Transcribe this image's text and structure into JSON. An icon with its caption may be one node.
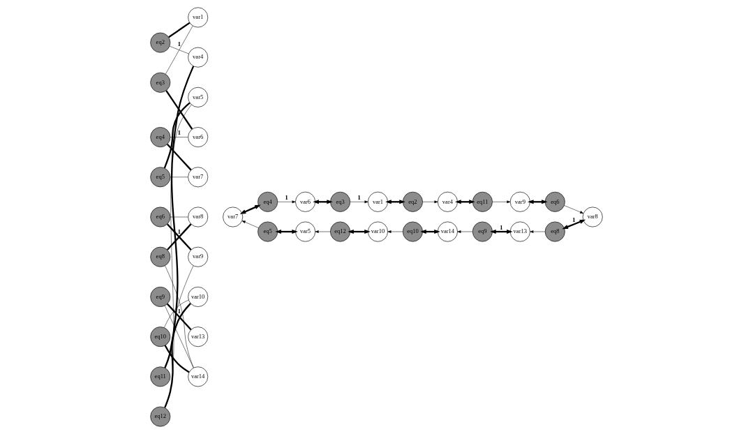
{
  "diagram": {
    "nodes": [
      {
        "text": [
          "eq2"
        ]
      },
      {
        "text": [
          "eq3"
        ]
      },
      {
        "text": [
          "eq4"
        ]
      },
      {
        "text": [
          "eq5"
        ]
      },
      {
        "text": [
          "eq6"
        ]
      },
      {
        "text": [
          "eq8"
        ]
      },
      {
        "text": [
          "eq9"
        ]
      },
      {
        "text": [
          "eq10"
        ]
      },
      {
        "text": [
          "eq11"
        ]
      },
      {
        "text": [
          "eq12"
        ]
      },
      {
        "text": [
          "var1"
        ]
      },
      {
        "text": [
          "var4"
        ]
      },
      {
        "text": [
          "var5"
        ]
      },
      {
        "text": [
          "var6"
        ]
      },
      {
        "text": [
          "var7"
        ]
      },
      {
        "text": [
          "var8"
        ]
      },
      {
        "text": [
          "var9"
        ]
      },
      {
        "text": [
          "var10"
        ]
      },
      {
        "text": [
          "var13"
        ]
      },
      {
        "text": [
          "var14"
        ]
      },
      {
        "text": [
          "var1"
        ]
      },
      {
        "text": [
          "eq2"
        ]
      },
      {
        "text": [
          "var4"
        ]
      },
      {
        "text": [
          "eq11"
        ]
      },
      {
        "text": [
          "var9"
        ]
      },
      {
        "text": [
          "eq6"
        ]
      },
      {
        "text": [
          "var8"
        ]
      },
      {
        "text": [
          "eq8"
        ]
      },
      {
        "text": [
          "var13"
        ]
      },
      {
        "text": [
          "eq9"
        ]
      },
      {
        "text": [
          "var14"
        ]
      },
      {
        "text": [
          "eq10"
        ]
      },
      {
        "text": [
          "var10"
        ]
      },
      {
        "text": [
          "eq12"
        ]
      },
      {
        "text": [
          "var5"
        ]
      },
      {
        "text": [
          "eq5"
        ]
      },
      {
        "text": [
          "var7"
        ]
      },
      {
        "text": [
          "eq4"
        ]
      },
      {
        "text": [
          "var6"
        ]
      },
      {
        "text": [
          "eq3"
        ]
      }
    ],
    "edges": [
      {
        "from": 0,
        "to": 10,
        "arrow": "none",
        "style": "thick"
      },
      {
        "from": 0,
        "to": 11,
        "arrow": "none"
      },
      {
        "from": 1,
        "to": 10,
        "arrow": "none",
        "label": "1"
      },
      {
        "from": 1,
        "to": 13,
        "arrow": "none",
        "style": "thick"
      },
      {
        "from": 2,
        "to": 13,
        "arrow": "none",
        "label": "1"
      },
      {
        "from": 2,
        "to": 14,
        "arrow": "none",
        "style": "thick"
      },
      {
        "from": 3,
        "to": 12,
        "arrow": "none",
        "style": "thick"
      },
      {
        "from": 3,
        "to": 14,
        "arrow": "none"
      },
      {
        "from": 4,
        "to": 15,
        "arrow": "none"
      },
      {
        "from": 4,
        "to": 16,
        "arrow": "none",
        "style": "thick"
      },
      {
        "from": 5,
        "to": 15,
        "arrow": "none",
        "style": "thick",
        "label": "1"
      },
      {
        "from": 5,
        "to": 19,
        "arrow": "none"
      },
      {
        "from": 6,
        "to": 18,
        "arrow": "none",
        "style": "thick",
        "label": "1"
      },
      {
        "from": 6,
        "to": 19,
        "arrow": "none"
      },
      {
        "from": 7,
        "to": 17,
        "arrow": "none"
      },
      {
        "from": 7,
        "to": 19,
        "arrow": "none",
        "style": "thick"
      },
      {
        "from": 8,
        "to": 11,
        "arrow": "none",
        "style": "thick"
      },
      {
        "from": 8,
        "to": 16,
        "arrow": "none"
      },
      {
        "from": 9,
        "to": 12,
        "arrow": "none"
      },
      {
        "from": 9,
        "to": 17,
        "arrow": "none",
        "style": "thick"
      },
      {
        "from": 20,
        "to": 21,
        "arrow": "both",
        "style": "thick"
      },
      {
        "from": 21,
        "to": 22,
        "arrow": "to"
      },
      {
        "from": 22,
        "to": 23,
        "arrow": "both",
        "style": "thick"
      },
      {
        "from": 23,
        "to": 24,
        "arrow": "to"
      },
      {
        "from": 24,
        "to": 25,
        "arrow": "both",
        "style": "thick"
      },
      {
        "from": 25,
        "to": 26,
        "arrow": "to"
      },
      {
        "from": 26,
        "to": 27,
        "arrow": "both",
        "style": "thick",
        "label": "1"
      },
      {
        "from": 27,
        "to": 28,
        "arrow": "to"
      },
      {
        "from": 28,
        "to": 29,
        "arrow": "both",
        "style": "thick",
        "label": "1"
      },
      {
        "from": 29,
        "to": 30,
        "arrow": "to"
      },
      {
        "from": 30,
        "to": 31,
        "arrow": "both",
        "style": "thick"
      },
      {
        "from": 31,
        "to": 32,
        "arrow": "to"
      },
      {
        "from": 32,
        "to": 33,
        "arrow": "both",
        "style": "thick"
      },
      {
        "from": 33,
        "to": 34,
        "arrow": "to"
      },
      {
        "from": 34,
        "to": 35,
        "arrow": "both",
        "style": "thick"
      },
      {
        "from": 35,
        "to": 36,
        "arrow": "to"
      },
      {
        "from": 36,
        "to": 37,
        "arrow": "both",
        "style": "thick"
      },
      {
        "from": 37,
        "to": 38,
        "arrow": "to",
        "label": "1"
      },
      {
        "from": 38,
        "to": 39,
        "arrow": "both",
        "style": "thick"
      },
      {
        "from": 39,
        "to": 20,
        "arrow": "to",
        "label": "1"
      }
    ]
  }
}
